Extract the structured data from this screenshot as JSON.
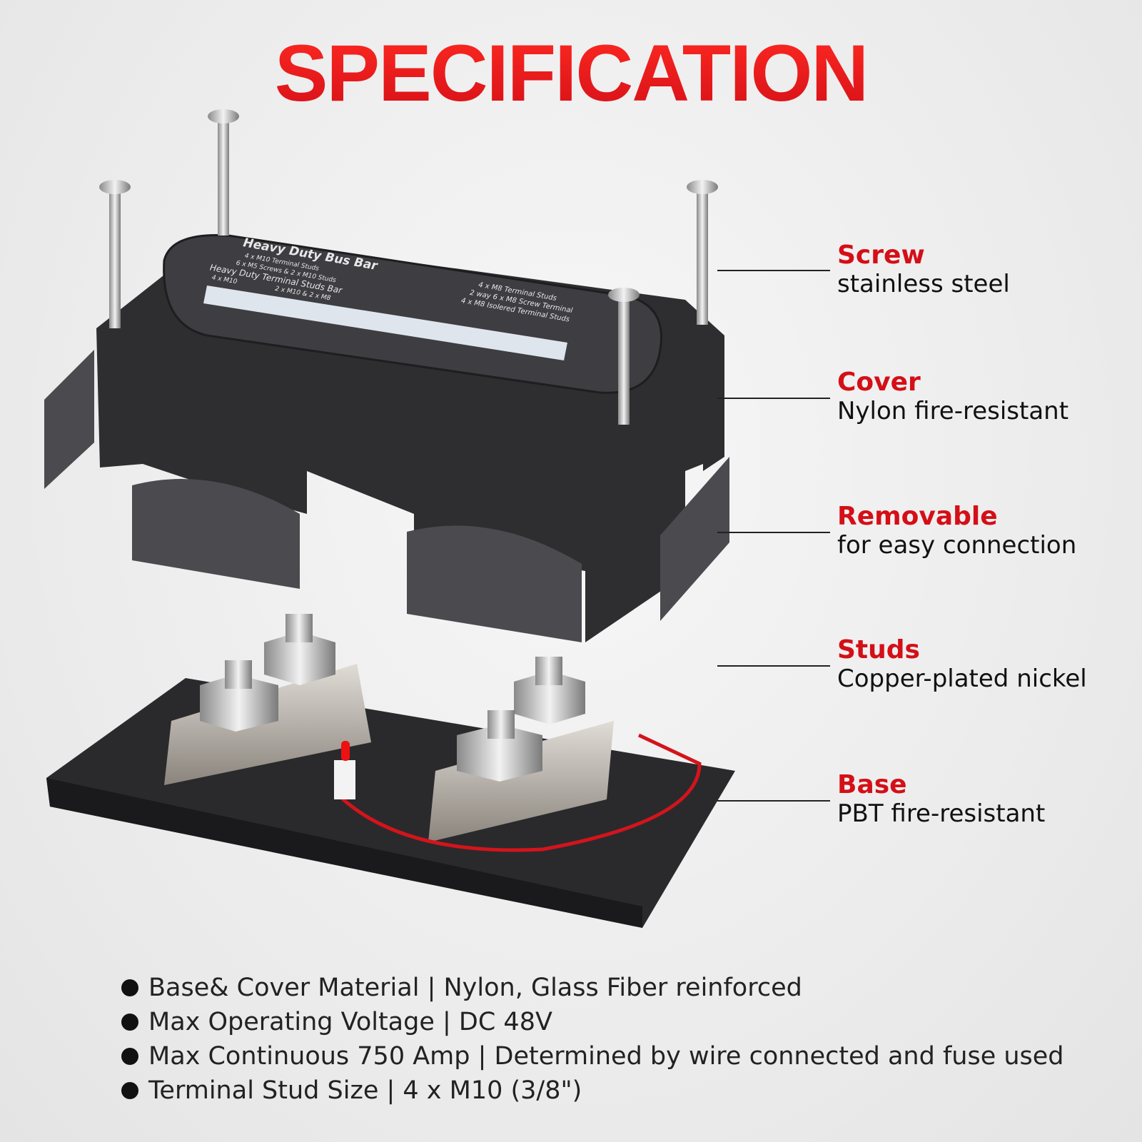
{
  "title": "SPECIFICATION",
  "cover_label": {
    "heading": "Heavy Duty Bus Bar",
    "lines_left": [
      "4 x M10 Terminal Studs",
      "6 x M5 Screws & 2 x M10 Studs"
    ],
    "subheading": "Heavy Duty Terminal Studs Bar",
    "options_left": [
      "4 x M10",
      "2 x M10 & 2 x M8"
    ],
    "lines_right": [
      "4 x M8 Terminal Studs",
      "2 way 6 x M8 Screw Terminal",
      "4 x M8 Isolered Terminal Studs"
    ]
  },
  "callouts": [
    {
      "name": "Screw",
      "desc": "stainless steel"
    },
    {
      "name": "Cover",
      "desc": "Nylon fire-resistant"
    },
    {
      "name": "Removable",
      "desc": "for easy connection"
    },
    {
      "name": "Studs",
      "desc": "Copper-plated nickel"
    },
    {
      "name": "Base",
      "desc": "PBT fire-resistant"
    }
  ],
  "specs": [
    "Base& Cover Material | Nylon, Glass Fiber reinforced",
    "Max Operating Voltage | DC 48V",
    "Max Continuous 750 Amp | Determined by wire connected and fuse used",
    "Terminal Stud Size | 4 x M10 (3/8\")"
  ],
  "colors": {
    "accent": "#d40f17",
    "text": "#111111",
    "product": "#2b2b2e"
  }
}
